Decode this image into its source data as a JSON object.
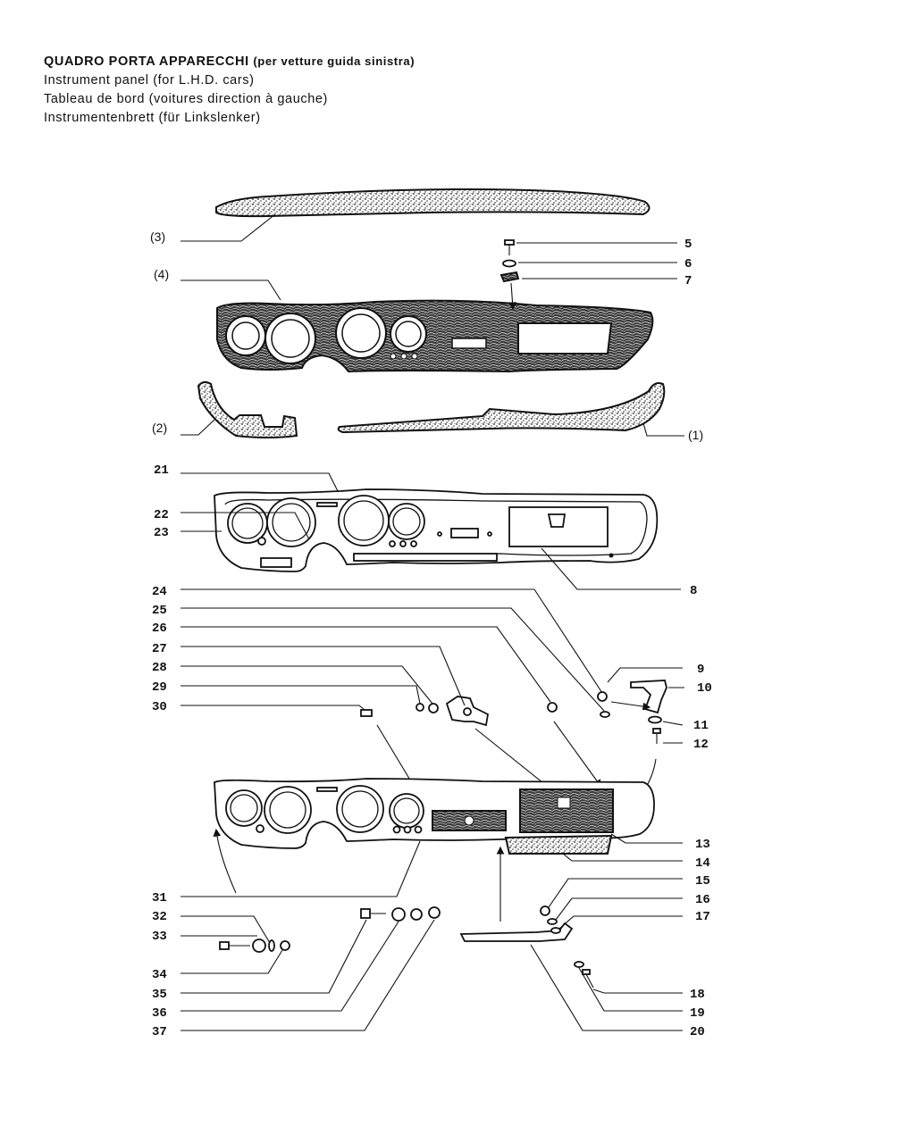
{
  "header": {
    "title_main": "QUADRO PORTA APPARECCHI",
    "title_paren": "(per vetture guida sinistra)",
    "line_en": "Instrument panel (for L.H.D. cars)",
    "line_fr": "Tableau de bord (voitures direction à gauche)",
    "line_de": "Instrumentenbrett (für Linkslenker)"
  },
  "callouts": {
    "c3": "(3)",
    "c4": "(4)",
    "c2": "(2)",
    "c1": "(1)",
    "c5": "5",
    "c6": "6",
    "c7": "7",
    "c8": "8",
    "c9": "9",
    "c10": "10",
    "c11": "11",
    "c12": "12",
    "c13": "13",
    "c14": "14",
    "c15": "15",
    "c16": "16",
    "c17": "17",
    "c18": "18",
    "c19": "19",
    "c20": "20",
    "c21": "21",
    "c22": "22",
    "c23": "23",
    "c24": "24",
    "c25": "25",
    "c26": "26",
    "c27": "27",
    "c28": "28",
    "c29": "29",
    "c30": "30",
    "c31": "31",
    "c32": "32",
    "c33": "33",
    "c34": "34",
    "c35": "35",
    "c36": "36",
    "c37": "37"
  }
}
